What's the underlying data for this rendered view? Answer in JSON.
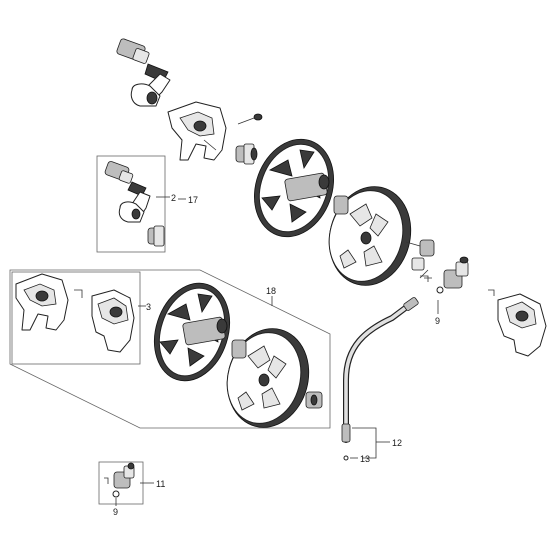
{
  "callouts": {
    "c2": "2",
    "c17": "17",
    "c3": "3",
    "c18": "18",
    "c9a": "9",
    "c12": "12",
    "c13": "13",
    "c11": "11",
    "c9b": "9"
  }
}
